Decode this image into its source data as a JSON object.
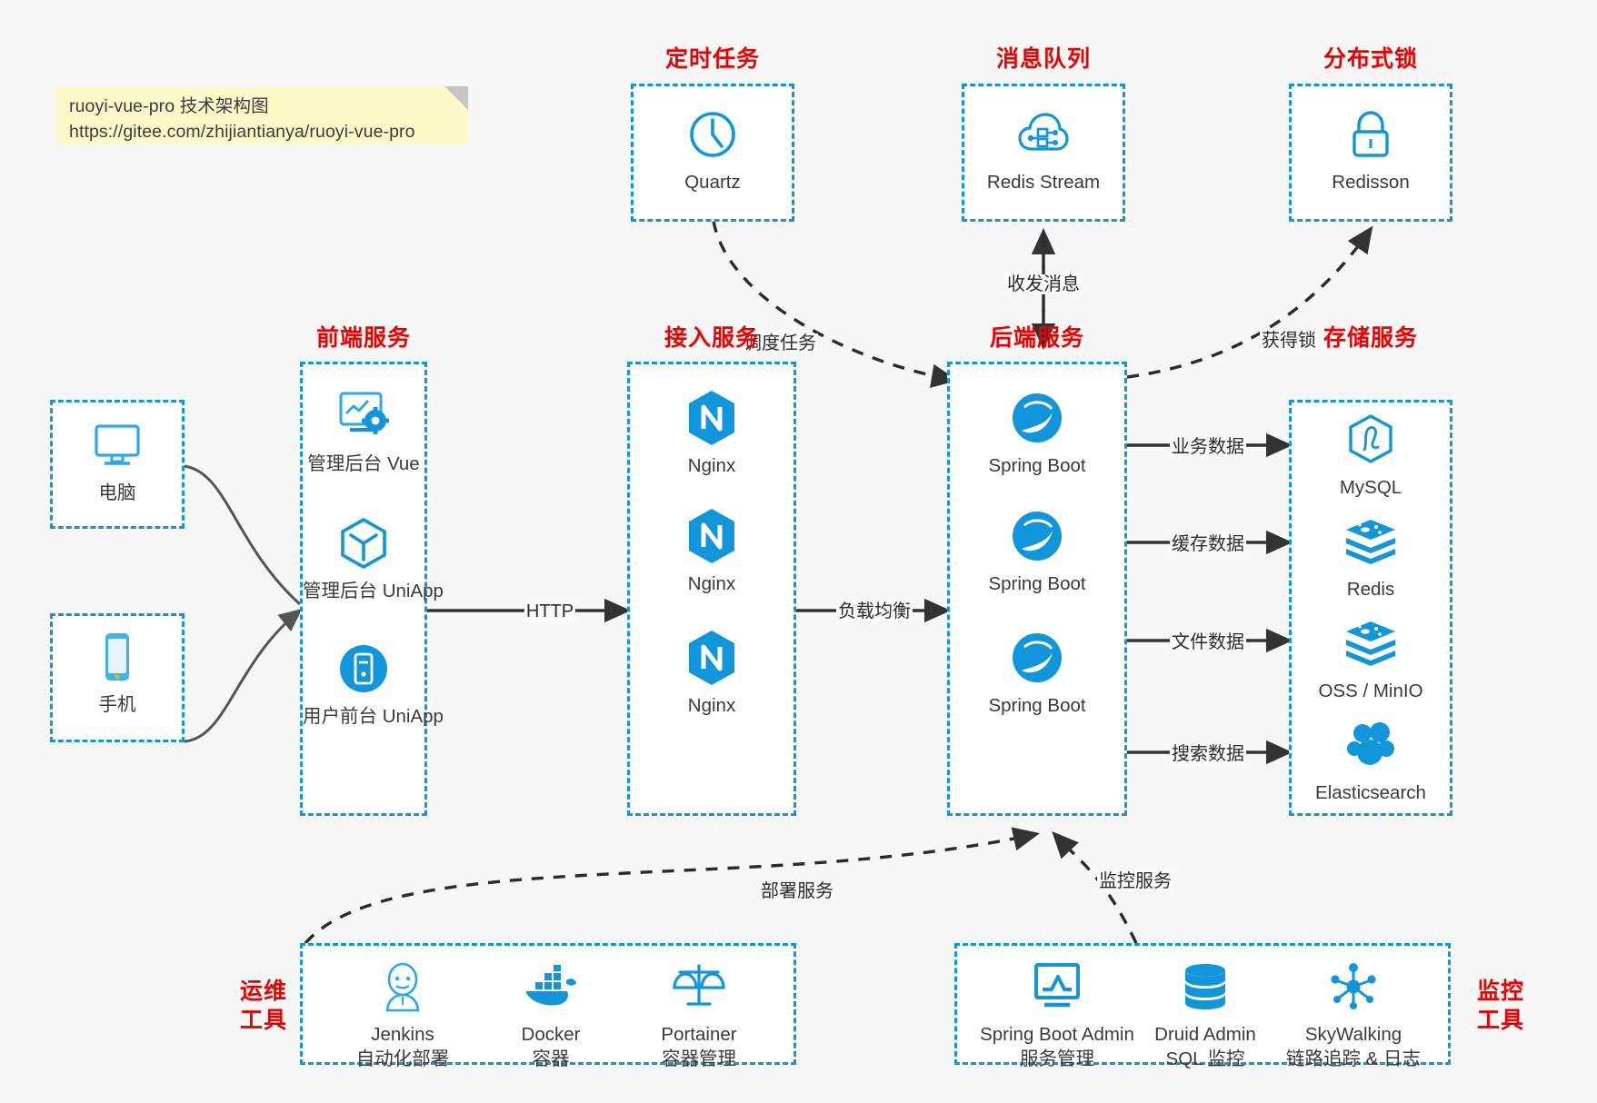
{
  "note": {
    "line1": "ruoyi-vue-pro 技术架构图",
    "line2": "https://gitee.com/zhijiantianya/ruoyi-vue-pro"
  },
  "colors": {
    "accent_blue": "#1296db",
    "title_red": "#ee0000",
    "note_yellow": "#fcf8c8",
    "background": "#f7f7f7",
    "arrow_dark": "#333333",
    "curve_gray": "#555555"
  },
  "groups": {
    "scheduled_task": {
      "title": "定时任务",
      "nodes": [
        {
          "label": "Quartz",
          "icon": "clock-icon"
        }
      ]
    },
    "message_queue": {
      "title": "消息队列",
      "nodes": [
        {
          "label": "Redis Stream",
          "icon": "cloud-network-icon"
        }
      ]
    },
    "distributed_lock": {
      "title": "分布式锁",
      "nodes": [
        {
          "label": "Redisson",
          "icon": "lock-icon"
        }
      ]
    },
    "clients": {
      "nodes": [
        {
          "label": "电脑",
          "icon": "desktop-monitor-icon"
        },
        {
          "label": "手机",
          "icon": "mobile-phone-icon"
        }
      ]
    },
    "frontend": {
      "title": "前端服务",
      "nodes": [
        {
          "label": "管理后台 Vue",
          "icon": "dashboard-gear-icon"
        },
        {
          "label": "管理后台 UniApp",
          "icon": "cube-y-icon"
        },
        {
          "label": "用户前台 UniApp",
          "icon": "app-circle-icon"
        }
      ]
    },
    "gateway": {
      "title": "接入服务",
      "nodes": [
        {
          "label": "Nginx",
          "icon": "nginx-icon"
        },
        {
          "label": "Nginx",
          "icon": "nginx-icon"
        },
        {
          "label": "Nginx",
          "icon": "nginx-icon"
        }
      ]
    },
    "backend": {
      "title": "后端服务",
      "nodes": [
        {
          "label": "Spring Boot",
          "icon": "spring-boot-icon"
        },
        {
          "label": "Spring Boot",
          "icon": "spring-boot-icon"
        },
        {
          "label": "Spring Boot",
          "icon": "spring-boot-icon"
        }
      ]
    },
    "storage": {
      "title": "存储服务",
      "nodes": [
        {
          "label": "MySQL",
          "icon": "mysql-icon"
        },
        {
          "label": "Redis",
          "icon": "redis-icon"
        },
        {
          "label": "OSS / MinIO",
          "icon": "redis-icon"
        },
        {
          "label": "Elasticsearch",
          "icon": "elasticsearch-icon"
        }
      ]
    },
    "devops": {
      "title_line1": "运维",
      "title_line2": "工具",
      "nodes": [
        {
          "label": "Jenkins",
          "sublabel": "自动化部署",
          "icon": "jenkins-icon"
        },
        {
          "label": "Docker",
          "sublabel": "容器",
          "icon": "docker-icon"
        },
        {
          "label": "Portainer",
          "sublabel": "容器管理",
          "icon": "scales-icon"
        }
      ]
    },
    "monitoring": {
      "title_line1": "监控",
      "title_line2": "工具",
      "nodes": [
        {
          "label": "Spring Boot Admin",
          "sublabel": "服务管理",
          "icon": "monitor-chart-icon"
        },
        {
          "label": "Druid Admin",
          "sublabel": "SQL 监控",
          "icon": "database-icon"
        },
        {
          "label": "SkyWalking",
          "sublabel": "链路追踪 & 日志",
          "icon": "skywalking-icon"
        }
      ]
    }
  },
  "edges": [
    {
      "id": "edge-http",
      "label": "HTTP"
    },
    {
      "id": "edge-load-balance",
      "label": "负载均衡"
    },
    {
      "id": "edge-schedule-task",
      "label": "调度任务"
    },
    {
      "id": "edge-send-receive-message",
      "label": "收发消息"
    },
    {
      "id": "edge-acquire-lock",
      "label": "获得锁"
    },
    {
      "id": "edge-business-data",
      "label": "业务数据"
    },
    {
      "id": "edge-cache-data",
      "label": "缓存数据"
    },
    {
      "id": "edge-file-data",
      "label": "文件数据"
    },
    {
      "id": "edge-search-data",
      "label": "搜索数据"
    },
    {
      "id": "edge-deploy-service",
      "label": "部署服务"
    },
    {
      "id": "edge-monitor-service",
      "label": "监控服务"
    }
  ]
}
